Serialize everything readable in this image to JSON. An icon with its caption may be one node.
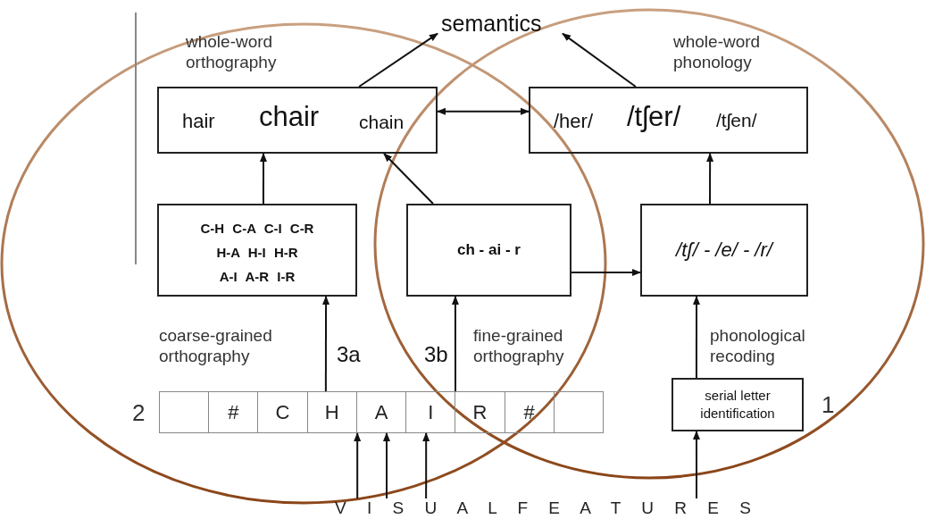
{
  "diagram": {
    "nodes": [
      {
        "text": [
          "semantics"
        ]
      },
      {
        "text": [
          "hair",
          "chair",
          "chain"
        ],
        "beside": [
          "whole-word orthography"
        ]
      },
      {
        "text": [
          "/her/",
          "/tʃer/",
          "/tʃen/"
        ],
        "beside": [
          "whole-word phonology"
        ]
      },
      {
        "text": [
          "C-H C-A C-I C-R",
          "H-A H-I H-R",
          "A-I A-R I-R"
        ]
      },
      {
        "text": [
          "ch - ai - r"
        ]
      },
      {
        "text": [
          "/tʃ/ - /e/ - /r/"
        ]
      },
      {
        "text": [
          "#",
          "C",
          "H",
          "A",
          "I",
          "R",
          "#"
        ],
        "beside": [
          "2"
        ]
      },
      {
        "text": [
          "serial letter identification"
        ],
        "beside": [
          "1"
        ]
      },
      {
        "text": [
          "V I S U A L F E A T U R E S"
        ]
      }
    ],
    "edges": [
      {
        "from": 1,
        "to": 0,
        "arrow": "to"
      },
      {
        "from": 2,
        "to": 0,
        "arrow": "to"
      },
      {
        "from": 1,
        "to": 2,
        "arrow": "both"
      },
      {
        "from": 3,
        "to": 1,
        "arrow": "to"
      },
      {
        "from": 4,
        "to": 1,
        "arrow": "to"
      },
      {
        "from": 4,
        "to": 5,
        "arrow": "to"
      },
      {
        "from": 5,
        "to": 2,
        "arrow": "to"
      },
      {
        "from": 6,
        "to": 3,
        "arrow": "to",
        "label": "3a"
      },
      {
        "from": 6,
        "to": 4,
        "arrow": "to",
        "label": "3b"
      },
      {
        "from": 7,
        "to": 5,
        "arrow": "to"
      },
      {
        "from": 8,
        "to": 6,
        "arrow": "to"
      },
      {
        "from": 8,
        "to": 6,
        "arrow": "to"
      },
      {
        "from": 8,
        "to": 6,
        "arrow": "to"
      },
      {
        "from": 8,
        "to": 7,
        "arrow": "to"
      }
    ],
    "labels": [
      "coarse-grained orthography",
      "fine-grained orthography",
      "phonological recoding"
    ]
  }
}
